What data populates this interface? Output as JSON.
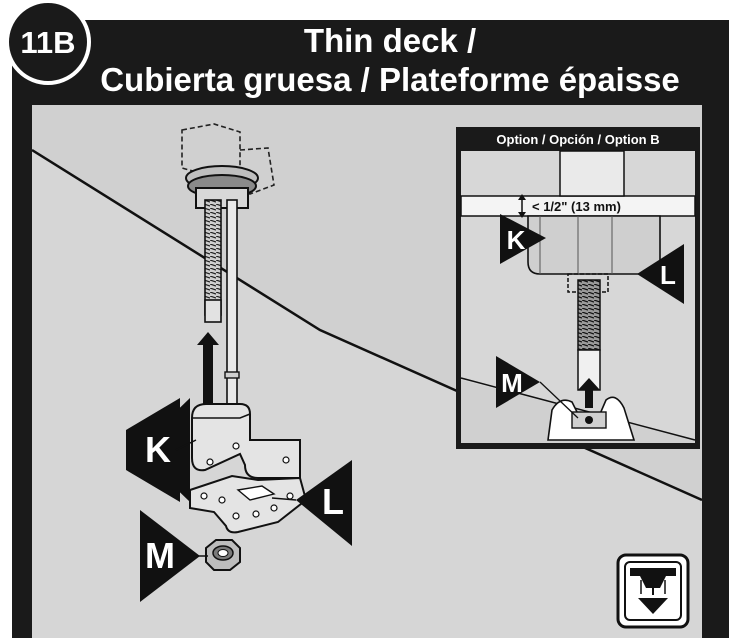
{
  "header": {
    "step_number": "11B",
    "title_line1": "Thin deck /",
    "title_line2": "Cubierta gruesa / Plateforme épaisse"
  },
  "main_view": {
    "callouts": [
      "K",
      "L",
      "M"
    ]
  },
  "inset": {
    "title": "Option / Opción / Option B",
    "dimension": "< 1/2\" (13 mm)",
    "callouts": [
      "K",
      "L",
      "M"
    ]
  },
  "icon": "under-counter-install-icon",
  "colors": {
    "header_bg": "#1a1a1a",
    "diagram_bg": "#d0d0d0",
    "outline": "#111111",
    "parts_fill": "#e4e4e4"
  }
}
